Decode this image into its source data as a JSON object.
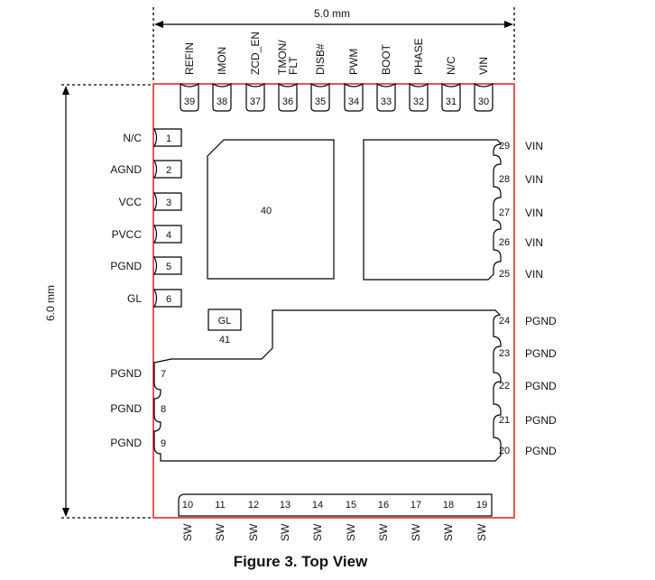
{
  "width_label": "5.0 mm",
  "height_label": "6.0 mm",
  "caption": "Figure 3. Top View",
  "left_pins": [
    {
      "num": "1",
      "label": "N/C"
    },
    {
      "num": "2",
      "label": "AGND"
    },
    {
      "num": "3",
      "label": "VCC"
    },
    {
      "num": "4",
      "label": "PVCC"
    },
    {
      "num": "5",
      "label": "PGND"
    },
    {
      "num": "6",
      "label": "GL"
    },
    {
      "num": "7",
      "label": "PGND"
    },
    {
      "num": "8",
      "label": "PGND"
    },
    {
      "num": "9",
      "label": "PGND"
    }
  ],
  "bottom_pins": [
    {
      "num": "10",
      "label": "SW"
    },
    {
      "num": "11",
      "label": "SW"
    },
    {
      "num": "12",
      "label": "SW"
    },
    {
      "num": "13",
      "label": "SW"
    },
    {
      "num": "14",
      "label": "SW"
    },
    {
      "num": "15",
      "label": "SW"
    },
    {
      "num": "16",
      "label": "SW"
    },
    {
      "num": "17",
      "label": "SW"
    },
    {
      "num": "18",
      "label": "SW"
    },
    {
      "num": "19",
      "label": "SW"
    }
  ],
  "right_pins": [
    {
      "num": "20",
      "label": "PGND"
    },
    {
      "num": "21",
      "label": "PGND"
    },
    {
      "num": "22",
      "label": "PGND"
    },
    {
      "num": "23",
      "label": "PGND"
    },
    {
      "num": "24",
      "label": "PGND"
    },
    {
      "num": "25",
      "label": "VIN"
    },
    {
      "num": "26",
      "label": "VIN"
    },
    {
      "num": "27",
      "label": "VIN"
    },
    {
      "num": "28",
      "label": "VIN"
    },
    {
      "num": "29",
      "label": "VIN"
    }
  ],
  "top_pins": [
    {
      "num": "30",
      "label": "VIN"
    },
    {
      "num": "31",
      "label": "N/C"
    },
    {
      "num": "32",
      "label": "PHASE"
    },
    {
      "num": "33",
      "label": "BOOT"
    },
    {
      "num": "34",
      "label": "PWM"
    },
    {
      "num": "35",
      "label": "DISB#"
    },
    {
      "num": "36",
      "label": "TMON/\nFLT"
    },
    {
      "num": "37",
      "label": "ZCD_EN"
    },
    {
      "num": "38",
      "label": "IMON"
    },
    {
      "num": "39",
      "label": "REFIN"
    }
  ],
  "pad40": {
    "num": "40"
  },
  "pad41": {
    "num": "41",
    "label": "GL"
  }
}
